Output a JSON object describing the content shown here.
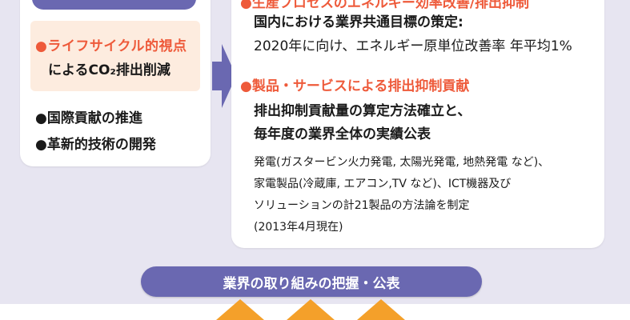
{
  "left_card": {
    "highlight": {
      "line1": "●ライフサイクル的視点",
      "line2": "によるCO₂排出削減"
    },
    "bullets": [
      "●国際貢献の推進",
      "●革新的技術の開発"
    ]
  },
  "right_card": {
    "cut_heading": "●生産プロセスのエネルギー効率改善/排出抑制",
    "section1_lines": [
      "国内における業界共通目標の策定:",
      "2020年に向け、エネルギー原単位改善率 年平均1%"
    ],
    "section2_heading": "●製品・サービスによる排出抑制貢献",
    "section2_lines": [
      "排出抑制貢献量の算定方法確立と、",
      "毎年度の業界全体の実績公表"
    ],
    "detail_lines": [
      "発電(ガスタービン火力発電, 太陽光発電, 地熱発電 など)、",
      "家電製品(冷蔵庫, エアコン,TV など)、ICT機器及び",
      "ソリューションの計21製品の方法論を制定",
      "(2013年4月現在)"
    ]
  },
  "bottom_pill": "業界の取り組みの把握・公表",
  "colors": {
    "accent_purple": "#6a68b1",
    "accent_orange_red": "#ee5a3a",
    "highlight_bg": "#fdecdf",
    "triangle_orange": "#f4a02a"
  }
}
